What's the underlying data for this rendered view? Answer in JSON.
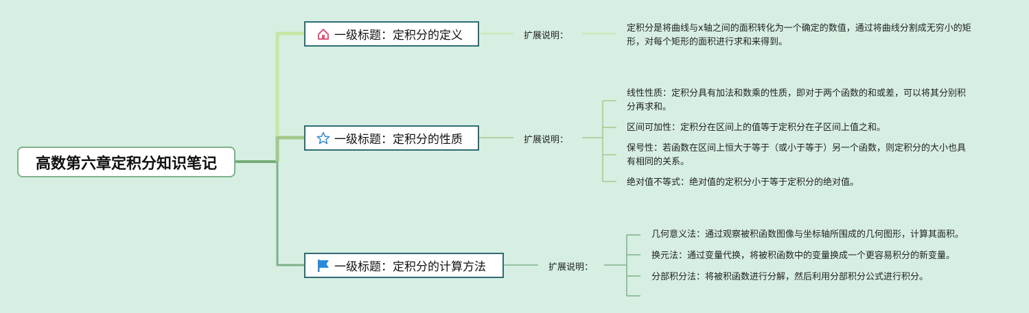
{
  "root": {
    "title": "高数第六章定积分知识笔记"
  },
  "branches": [
    {
      "title": "一级标题：定积分的定义",
      "icon": "home-icon",
      "ext_label": "扩展说明：",
      "notes": [
        "定积分是将曲线与x轴之间的面积转化为一个确定的数值，通过将曲线分割成无穷小的矩形，对每个矩形的面积进行求和来得到。"
      ]
    },
    {
      "title": "一级标题：定积分的性质",
      "icon": "star-icon",
      "ext_label": "扩展说明：",
      "notes": [
        "线性性质：定积分具有加法和数乘的性质，即对于两个函数的和或差，可以将其分别积分再求和。",
        "区间可加性：定积分在区间上的值等于定积分在子区间上值之和。",
        "保号性：若函数在区间上恒大于等于（或小于等于）另一个函数，则定积分的大小也具有相同的关系。",
        "绝对值不等式：绝对值的定积分小于等于定积分的绝对值。"
      ]
    },
    {
      "title": "一级标题：定积分的计算方法",
      "icon": "flag-icon",
      "ext_label": "扩展说明：",
      "notes": [
        "几何意义法：通过观察被积函数图像与坐标轴所围成的几何图形，计算其面积。",
        "换元法：通过变量代换，将被积函数中的变量换成一个更容易积分的新变量。",
        "分部积分法：将被积函数进行分解，然后利用分部积分公式进行积分。"
      ]
    }
  ],
  "colors": {
    "background": "#d6efe2",
    "branch1": "#c7e6a2",
    "branch2": "#a3c98a",
    "branch3": "#7fb08a",
    "root_line": "#74ab77",
    "topic_border": "#2d6a73",
    "home_icon": "#e0557a",
    "star_icon": "#3a8fd0",
    "flag_icon": "#2a8ad8"
  }
}
